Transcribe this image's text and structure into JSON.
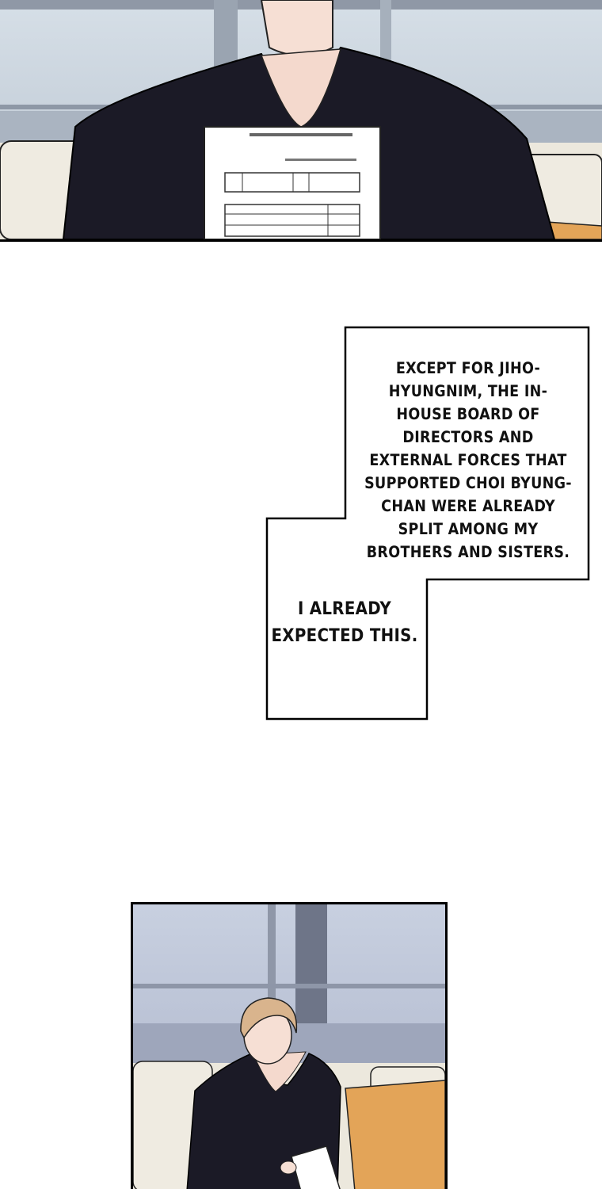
{
  "panels": {
    "top": {
      "scene": "man in dark sweater holding document"
    },
    "bottom": {
      "scene": "man seated on sofa reading document"
    }
  },
  "captions": {
    "narration_1": "Except for Jiho-hyungnim, the in-house board of directors and external forces that supported Choi Byung-chan were already split among my brothers and sisters.",
    "narration_2": "I already expected this."
  },
  "colors": {
    "sweater": "#1b1a26",
    "sky": "#c9d4de",
    "sofa": "#ece8dd",
    "cushion": "#e3a458",
    "skin": "#f6dfd4",
    "hair": "#d9b48d"
  }
}
